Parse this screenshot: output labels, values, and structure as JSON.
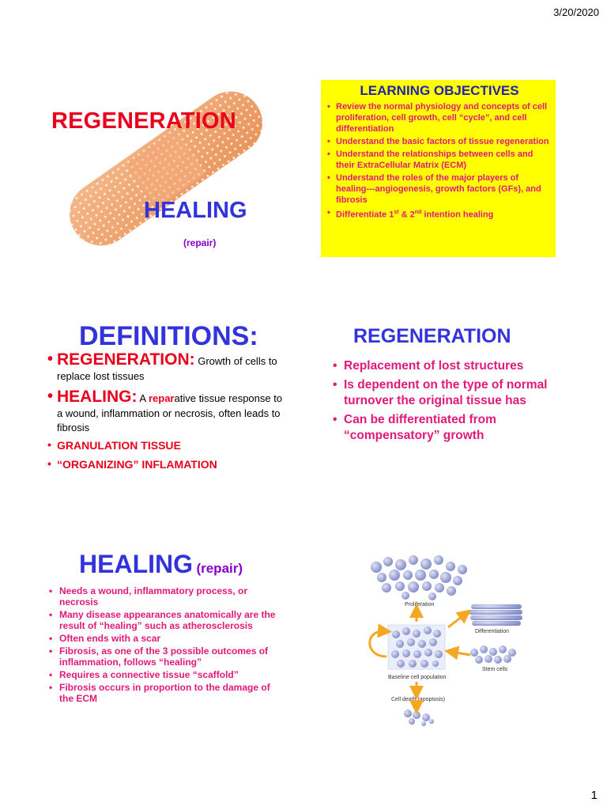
{
  "header": {
    "date": "3/20/2020"
  },
  "footer": {
    "page_number": "1"
  },
  "slide1": {
    "title": "REGENERATION",
    "subtitle": "HEALING",
    "note": "(repair)"
  },
  "slide2": {
    "title": "LEARNING OBJECTIVES",
    "items": [
      "Review the normal physiology and concepts of cell proliferation, cell growth, cell “cycle”, and cell differentiation",
      "Understand the basic factors of tissue regeneration",
      "Understand the relationships between cells and their ExtraCellular Matrix (ECM)",
      "Understand the roles of the major players of healing---angiogenesis, growth factors (GFs), and fibrosis"
    ],
    "last_item": {
      "a": "Differentiate 1",
      "sup1": "st",
      "b": " & 2",
      "sup2": "nd",
      "c": " intention healing"
    }
  },
  "slide3": {
    "title": "DEFINITIONS:",
    "regen_term": "REGENERATION:",
    "regen_def": " Growth of cells to replace lost tissues",
    "heal_term": "HEALING:",
    "heal_def_a": " A ",
    "heal_def_highlight": "repar",
    "heal_def_b": "ative tissue response to a wound, inflammation or necrosis, often leads to fibrosis",
    "sub_items": [
      "GRANULATION TISSUE",
      "“ORGANIZING” INFLAMATION"
    ]
  },
  "slide4": {
    "title": "REGENERATION",
    "items": [
      "Replacement of lost structures",
      "Is dependent on the type of normal turnover the original tissue has",
      "Can be differentiated from “compensatory” growth"
    ]
  },
  "slide5": {
    "title": "HEALING",
    "title_suffix": "(repair)",
    "items": [
      "Needs a wound, inflammatory process, or necrosis",
      "Many disease appearances anatomically are the result of “healing” such as atherosclerosis",
      "Often ends with a scar",
      "Fibrosis, as one of the 3 possible outcomes of inflammation, follows “healing”",
      "Requires a connective tissue “scaffold”",
      "Fibrosis occurs in proportion to the damage of the ECM"
    ]
  },
  "slide6": {
    "labels": {
      "proliferation": "Proliferation",
      "differentiation": "Differentiation",
      "stem_cells": "Stem cells",
      "baseline": "Baseline cell population",
      "cell_death": "Cell death (apoptosis)"
    }
  },
  "colors": {
    "title_blue": "#3333dd",
    "title_red": "#e8001c",
    "bullet_magenta": "#e1197a",
    "highlight_yellow": "#ffff00",
    "arrow_orange": "#f5a623",
    "cell_blue": "#9fa8d8"
  }
}
